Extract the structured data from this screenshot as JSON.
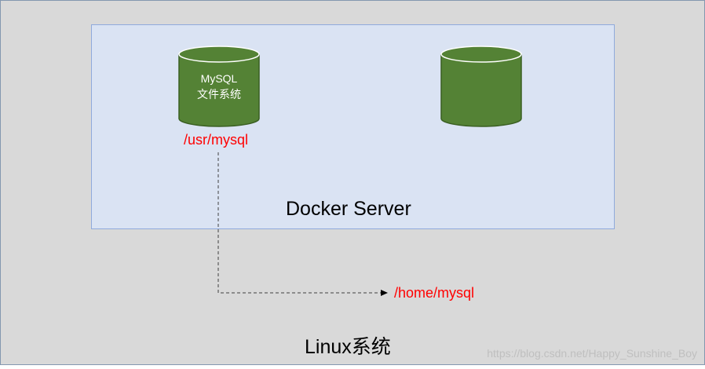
{
  "diagram": {
    "outer_label": "Linux系统",
    "inner_label": "Docker Server",
    "left_cylinder": {
      "line1": "MySQL",
      "line2": "文件系统"
    },
    "container_path": "/usr/mysql",
    "host_path": "/home/mysql",
    "watermark": "https://blog.csdn.net/Happy_Sunshine_Boy"
  },
  "colors": {
    "outer_fill": "#d9d9d9",
    "inner_fill": "#dae3f3",
    "cylinder_fill": "#548235",
    "path_text": "#ff0000"
  }
}
